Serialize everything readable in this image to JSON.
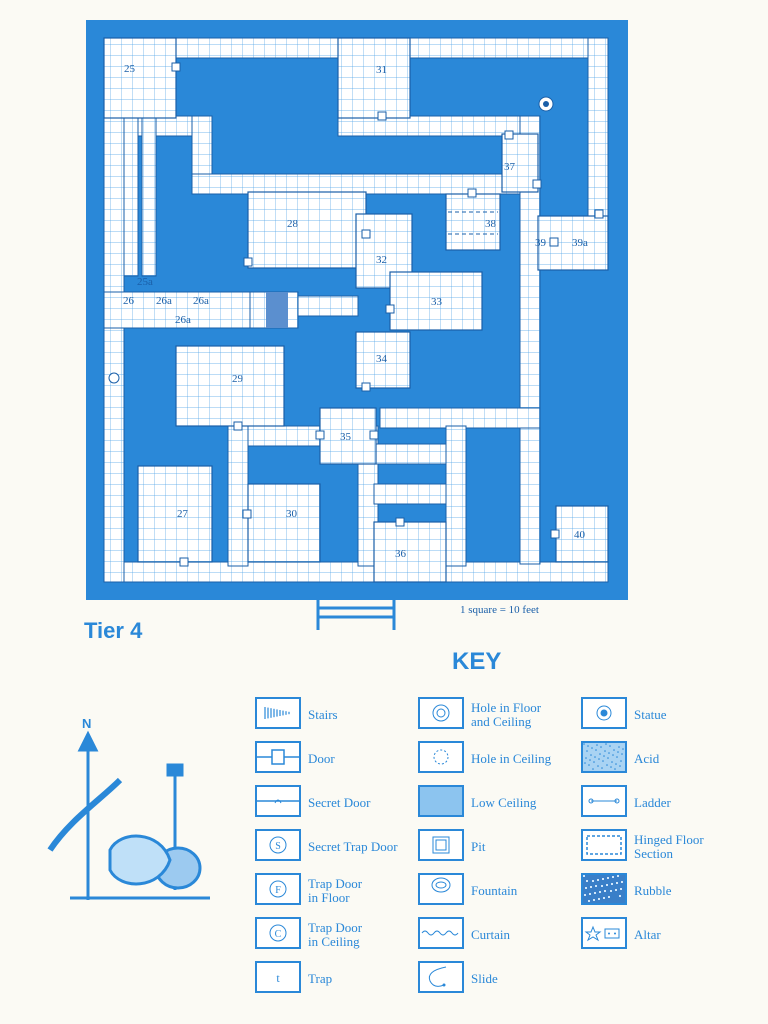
{
  "map": {
    "title": "Tier 4",
    "scale": "1 square = 10 feet",
    "rooms": [
      "25",
      "25a",
      "26",
      "26a",
      "26a",
      "26a",
      "27",
      "28",
      "29",
      "30",
      "31",
      "32",
      "33",
      "34",
      "35",
      "36",
      "37",
      "38",
      "39",
      "39a",
      "40"
    ]
  },
  "key": {
    "title": "KEY",
    "items": [
      {
        "label": "Stairs",
        "icon": "stairs-icon"
      },
      {
        "label": "Door",
        "icon": "door-icon"
      },
      {
        "label": "Secret Door",
        "icon": "secret-door-icon"
      },
      {
        "label": "Secret Trap Door",
        "icon": "secret-trap-door-icon"
      },
      {
        "label": "Trap Door\nin Floor",
        "icon": "trap-door-floor-icon"
      },
      {
        "label": "Trap Door\nin Ceiling",
        "icon": "trap-door-ceiling-icon"
      },
      {
        "label": "Trap",
        "icon": "trap-icon"
      },
      {
        "label": "Hole in Floor\nand Ceiling",
        "icon": "hole-floor-ceiling-icon"
      },
      {
        "label": "Hole in Ceiling",
        "icon": "hole-ceiling-icon"
      },
      {
        "label": "Low Ceiling",
        "icon": "low-ceiling-icon"
      },
      {
        "label": "Pit",
        "icon": "pit-icon"
      },
      {
        "label": "Fountain",
        "icon": "fountain-icon"
      },
      {
        "label": "Curtain",
        "icon": "curtain-icon"
      },
      {
        "label": "Slide",
        "icon": "slide-icon"
      },
      {
        "label": "Statue",
        "icon": "statue-icon"
      },
      {
        "label": "Acid",
        "icon": "acid-icon"
      },
      {
        "label": "Ladder",
        "icon": "ladder-icon"
      },
      {
        "label": "Hinged Floor\nSection",
        "icon": "hinged-floor-icon"
      },
      {
        "label": "Rubble",
        "icon": "rubble-icon"
      },
      {
        "label": "Altar",
        "icon": "altar-icon"
      }
    ],
    "symbols": {
      "secret_trap_door": "S",
      "trap_door_floor": "F",
      "trap_door_ceiling": "C",
      "trap": "t"
    }
  },
  "compass": {
    "north_label": "N"
  },
  "colors": {
    "blue": "#2a88d8",
    "dark_blue": "#1a5fa8",
    "paper": "#fbfaf4"
  }
}
